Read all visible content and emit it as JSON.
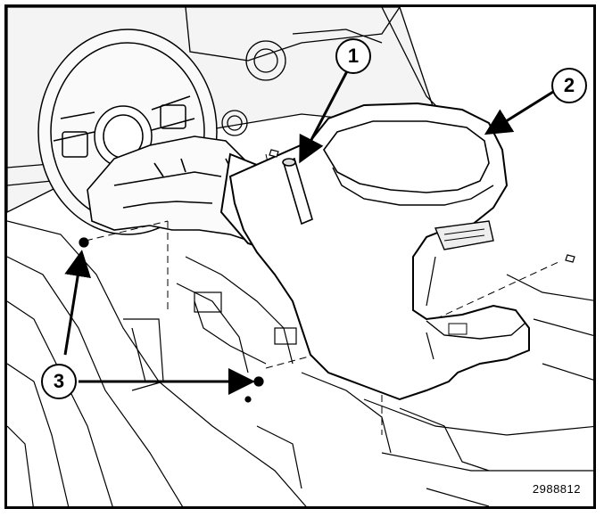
{
  "figure": {
    "callouts": [
      {
        "id": "callout-1",
        "label": "1"
      },
      {
        "id": "callout-2",
        "label": "2"
      },
      {
        "id": "callout-3",
        "label": "3"
      }
    ],
    "figure_number": "2988812"
  }
}
